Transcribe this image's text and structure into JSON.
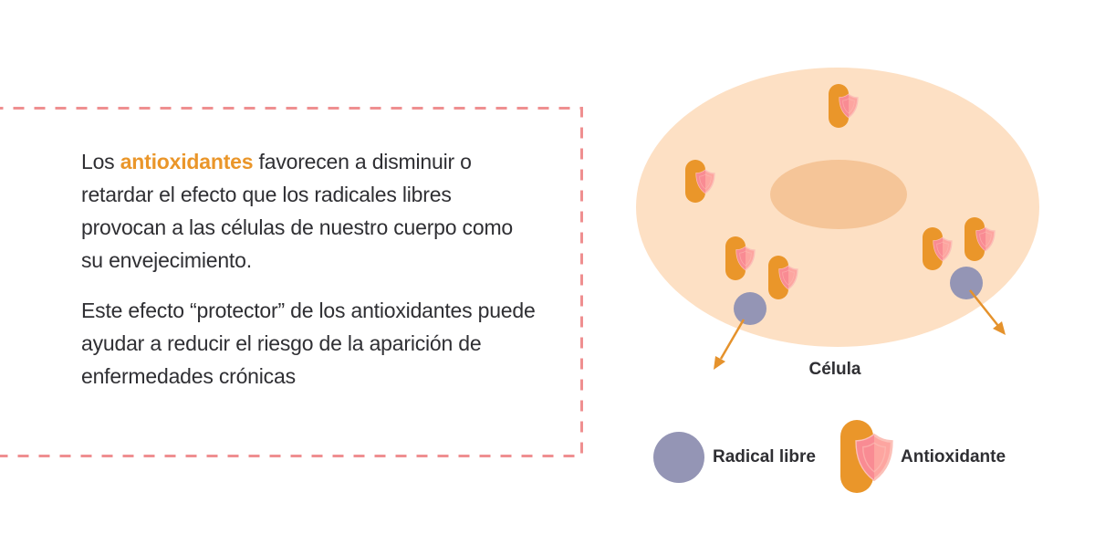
{
  "info_box": {
    "paragraph1": {
      "prefix": "Los ",
      "highlight": "antioxidantes",
      "suffix": " favorecen a disminuir o retardar el efecto que los radicales libres provocan a las células de nuestro cuerpo como su envejecimiento."
    },
    "paragraph2": "Este efecto “protector” de los antioxidantes puede ayudar a reducir el riesgo de la aparición de enfermedades crónicas",
    "border_color": "#ef8f90",
    "highlight_color": "#ea962a"
  },
  "diagram": {
    "cell_label": "Célula",
    "colors": {
      "cell": "#fde0c4",
      "nucleus": "#f5c598",
      "antioxidant": "#ea962a",
      "shield_light": "#fda5a0",
      "shield_dark": "#f98b93",
      "shield_outline": "#fbc0b8",
      "radical": "#9495b5",
      "arrow": "#e5922c"
    },
    "elements": {
      "antioxidants_count": 7,
      "radicals_count": 2,
      "arrows_count": 2
    }
  },
  "legend": {
    "radical_label": "Radical libre",
    "antioxidant_label": "Antioxidante",
    "radical_icon": "radical-circle-icon",
    "antioxidant_icon": "antioxidant-shield-icon"
  }
}
